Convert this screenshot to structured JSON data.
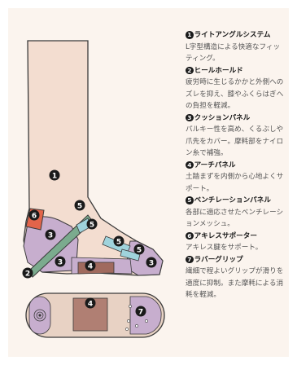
{
  "legend": [
    {
      "num": "1",
      "title": "ライトアングルシステム",
      "desc": "L字型構造による快適なフィッティング。"
    },
    {
      "num": "2",
      "title": "ヒールホールド",
      "desc": "疲労時に生じるかかと外側へのズレを抑え、膝やふくらはぎへの負担を軽減。"
    },
    {
      "num": "3",
      "title": "クッションパネル",
      "desc": "パルキー性を高め、くるぶしや爪先をカバー。摩耗部をナイロン糸で補強。"
    },
    {
      "num": "4",
      "title": "アーチパネル",
      "desc": "土踏まずを内側から心地よくサポート。"
    },
    {
      "num": "5",
      "title": "ベンチレーションパネル",
      "desc": "各部に適応させたベンチレーションメッシュ。"
    },
    {
      "num": "6",
      "title": "アキレスサポーター",
      "desc": "アキレス腱をサポート。"
    },
    {
      "num": "7",
      "title": "ラバーグリップ",
      "desc": "繊細で程よいグリップが滑りを適度に抑制。また摩耗による消耗を軽減。"
    }
  ],
  "callouts": {
    "c1": "1",
    "c2": "2",
    "c3a": "3",
    "c3b": "3",
    "c3c": "3",
    "c4a": "4",
    "c4b": "4",
    "c5a": "5",
    "c5b": "5",
    "c5c": "5",
    "c5d": "5",
    "c6": "6",
    "c7": "7"
  },
  "colors": {
    "background": "#fbf4ee",
    "sock_leg": "#f3ddd0",
    "cushion": "#c7aece",
    "arch": "#a06a5e",
    "vent_mesh": "#9fd3dc",
    "heel_hold": "#7bab8e",
    "achilles": "#e2644a",
    "sole": "#e8d2c4",
    "sole_pad": "#b07f73"
  }
}
